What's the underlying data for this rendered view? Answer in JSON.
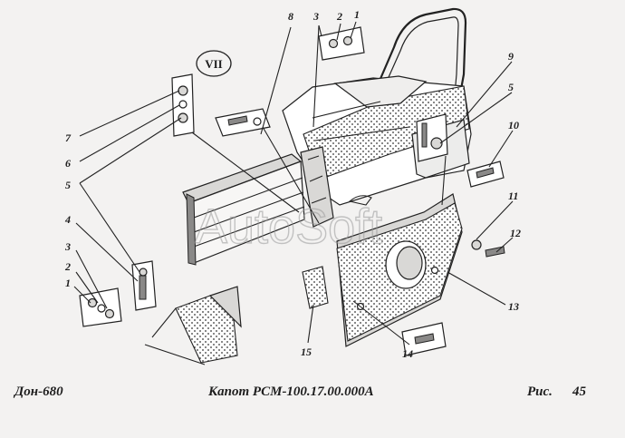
{
  "section_badge": "VII",
  "watermark": "AutoSoft",
  "callouts": [
    {
      "id": "c8",
      "text": "8"
    },
    {
      "id": "c3a",
      "text": "3"
    },
    {
      "id": "c2a",
      "text": "2"
    },
    {
      "id": "c1a",
      "text": "1"
    },
    {
      "id": "c9",
      "text": "9"
    },
    {
      "id": "c5a",
      "text": "5"
    },
    {
      "id": "c10",
      "text": "10"
    },
    {
      "id": "c7",
      "text": "7"
    },
    {
      "id": "c6",
      "text": "6"
    },
    {
      "id": "c5b",
      "text": "5"
    },
    {
      "id": "c4",
      "text": "4"
    },
    {
      "id": "c3b",
      "text": "3"
    },
    {
      "id": "c2b",
      "text": "2"
    },
    {
      "id": "c1b",
      "text": "1"
    },
    {
      "id": "c11",
      "text": "11"
    },
    {
      "id": "c12",
      "text": "12"
    },
    {
      "id": "c13",
      "text": "13"
    },
    {
      "id": "c14",
      "text": "14"
    },
    {
      "id": "c15",
      "text": "15"
    }
  ],
  "caption": {
    "model": "Дон-680",
    "title": "Капот РСМ-100.17.00.000А",
    "fig_label": "Рис.",
    "fig_number": "45"
  }
}
